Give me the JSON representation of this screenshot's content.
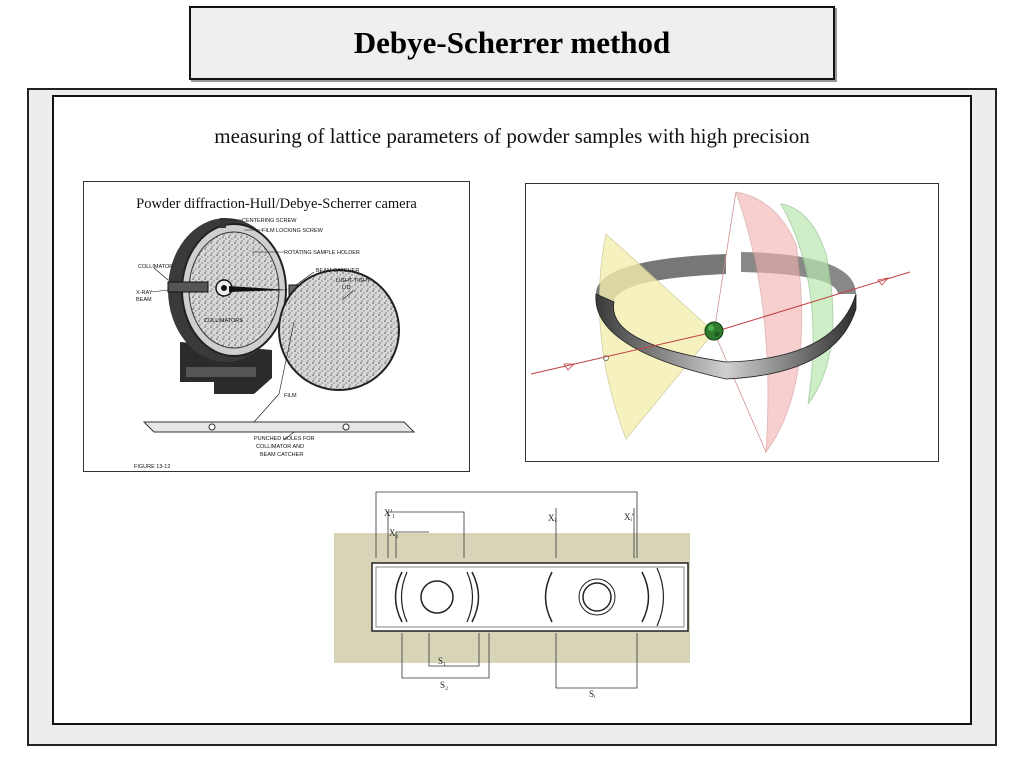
{
  "slide": {
    "title": "Debye-Scherrer method",
    "subtitle": "measuring of lattice parameters of powder samples with high precision"
  },
  "camera_figure": {
    "caption": "Powder diffraction-Hull/Debye-Scherrer camera",
    "labels": {
      "centering_screw": "CENTERING SCREW",
      "film_locking_screw": "FILM LOCKING SCREW",
      "rotating_sample_holder": "ROTATING SAMPLE HOLDER",
      "collimator": "COLLIMATOR",
      "x_ray": "X-RAY",
      "beam": "BEAM",
      "beam_catcher": "BEAM  CATCHER",
      "light_tight": "LIGHT-TIGHT",
      "lid": "LID",
      "collimators": "COLLIMATORS",
      "film": "FILM",
      "punched_1": "PUNCHED HOLES FOR",
      "punched_2": "COLLIMATOR AND",
      "punched_3": "BEAM CATCHER",
      "figure": "FIGURE 13-12"
    }
  },
  "film_figure": {
    "labels": {
      "x1p": "X'₁",
      "x2": "X₂",
      "xi": "Xᵢ",
      "xip": "Xᵢ'",
      "s1": "S₁",
      "s2": "S₂",
      "si": "Sᵢ"
    }
  }
}
